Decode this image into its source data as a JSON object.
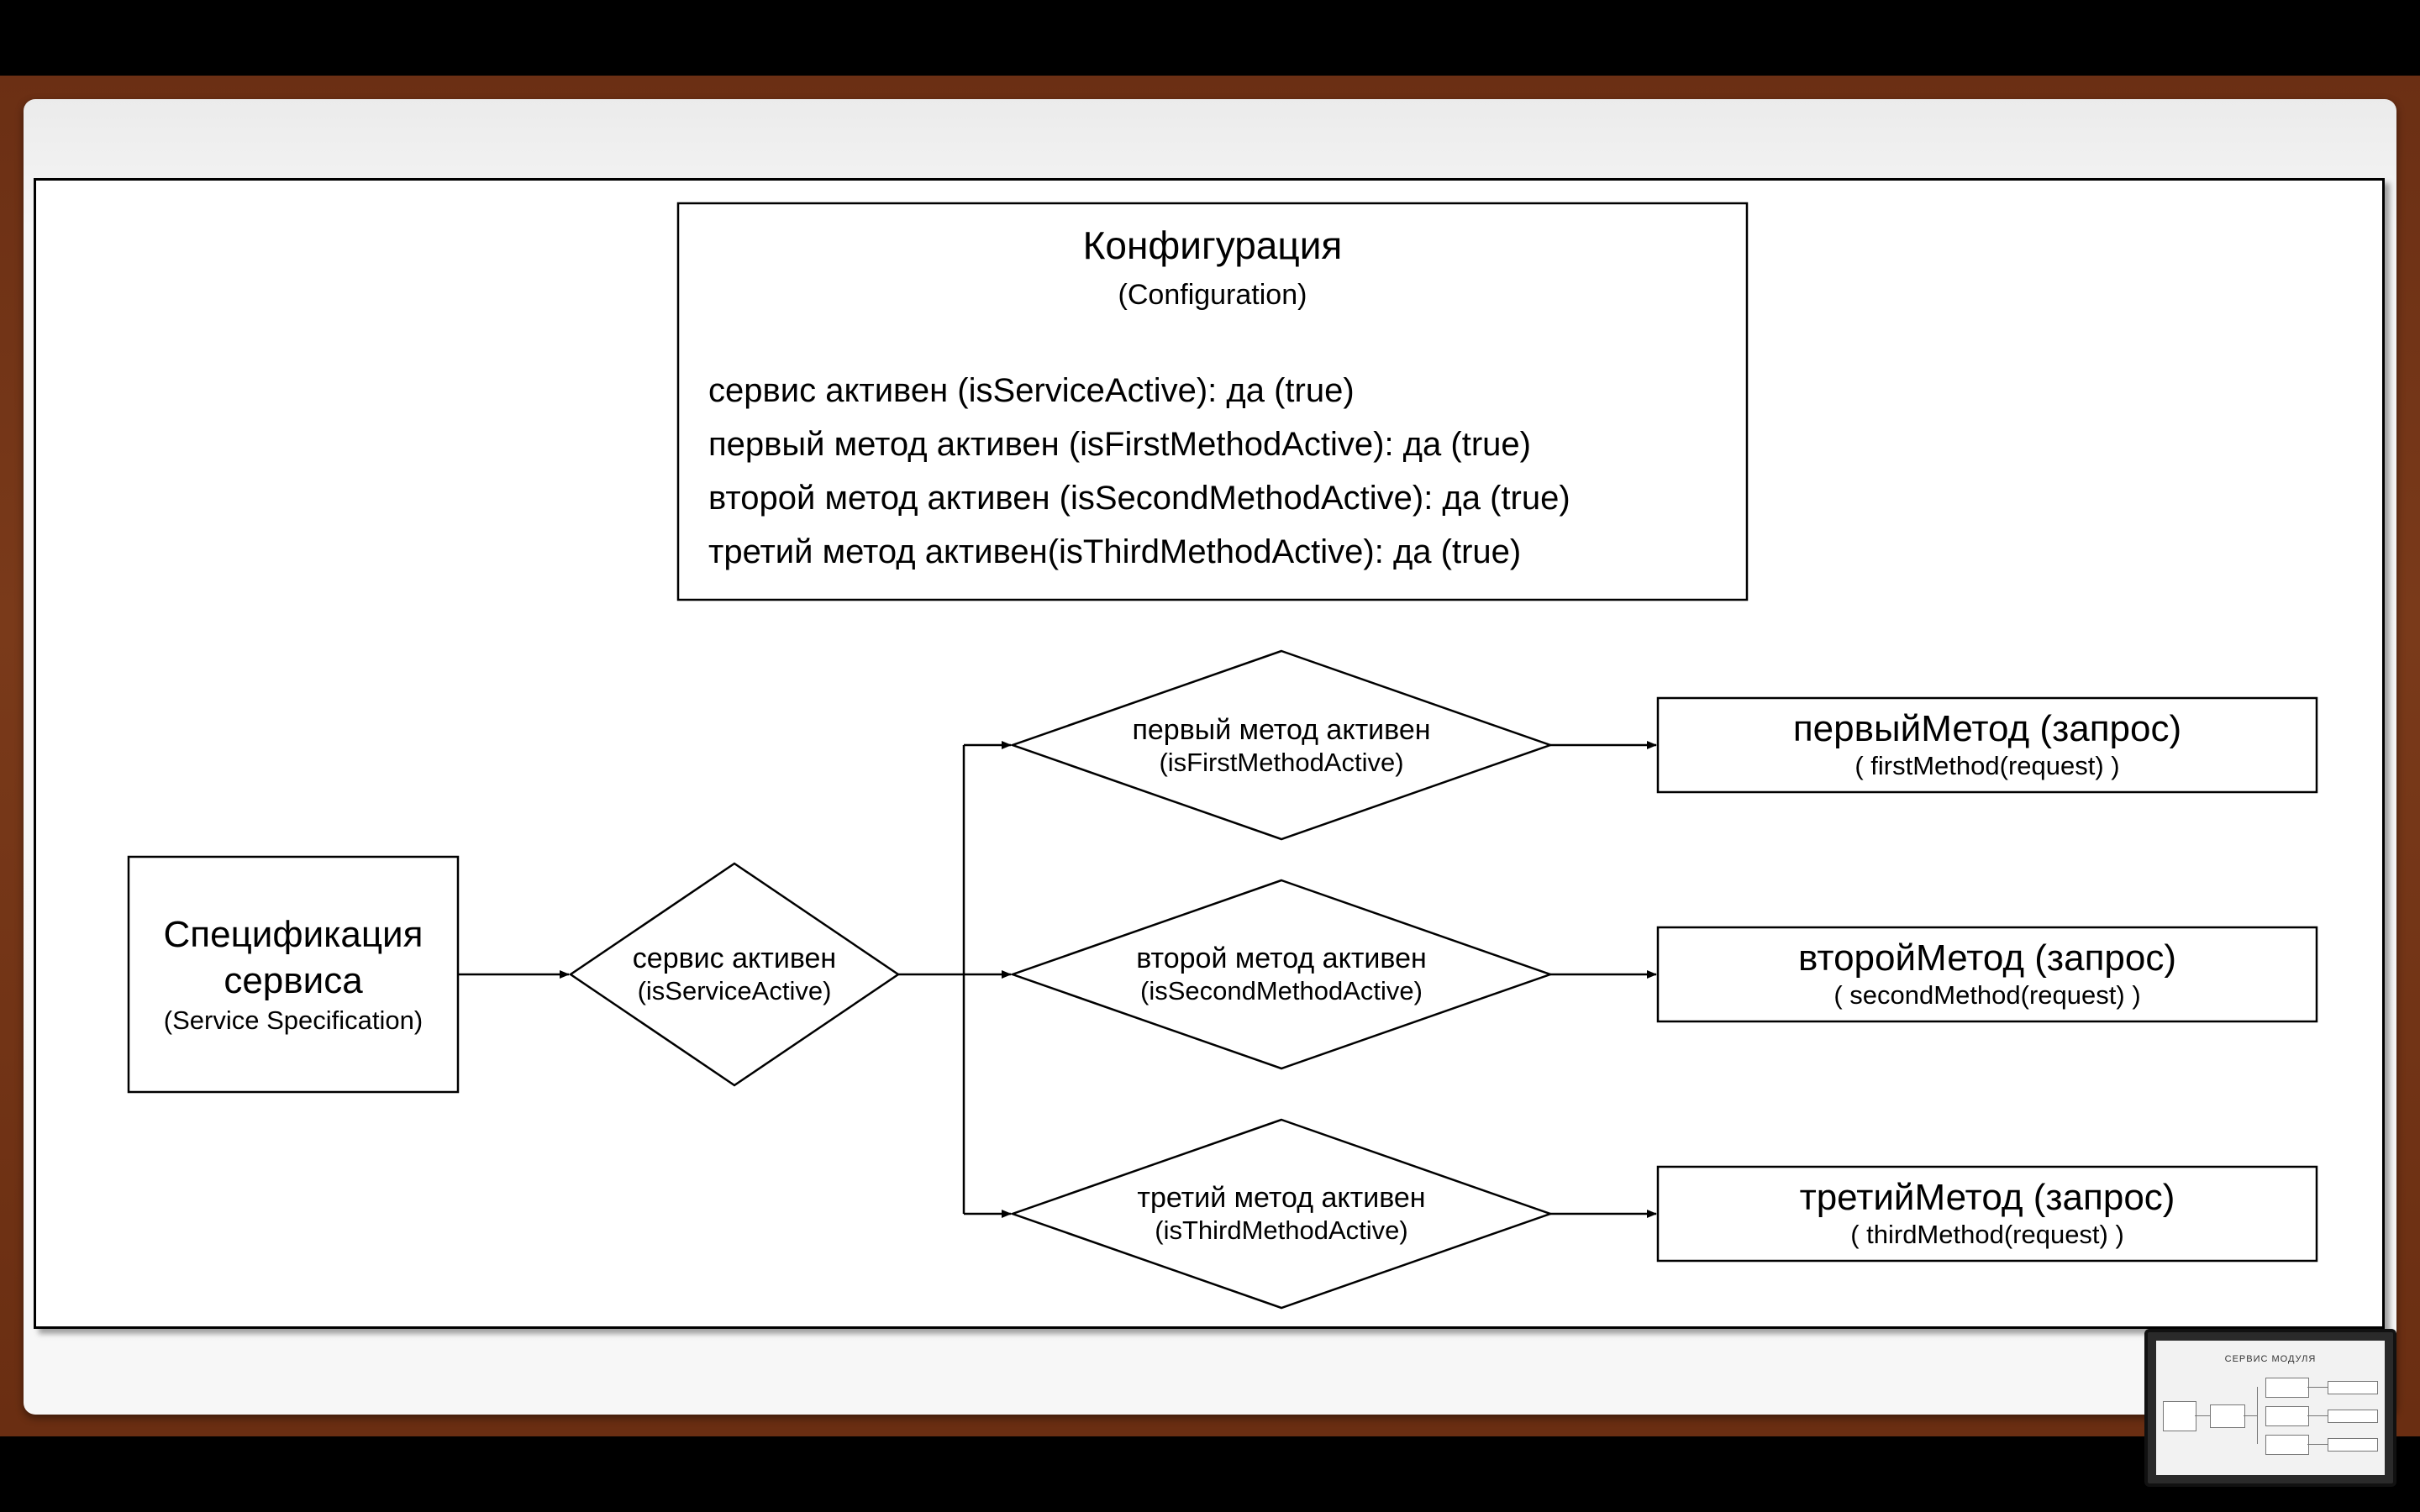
{
  "config": {
    "title": "Конфигурация",
    "subtitle": "(Configuration)",
    "lines": [
      "сервис активен (isServiceActive): да (true)",
      "первый метод активен (isFirstMethodActive): да (true)",
      "второй метод активен (isSecondMethodActive): да (true)",
      "третий метод активен(isThirdMethodActive):  да (true)"
    ]
  },
  "spec": {
    "line1": "Спецификация",
    "line2": "сервиса",
    "line3": "(Service Specification)"
  },
  "service_decision": {
    "line1": "сервис активен",
    "line2": "(isServiceActive)"
  },
  "decisions": [
    {
      "line1": "первый метод активен",
      "line2": "(isFirstMethodActive)"
    },
    {
      "line1": "второй метод активен",
      "line2": "(isSecondMethodActive)"
    },
    {
      "line1": "третий метод активен",
      "line2": "(isThirdMethodActive)"
    }
  ],
  "methods": [
    {
      "line1": "первыйМетод (запрос)",
      "line2": "( firstMethod(request) )"
    },
    {
      "line1": "второйМетод (запрос)",
      "line2": "( secondMethod(request) )"
    },
    {
      "line1": "третийМетод (запрос)",
      "line2": "( thirdMethod(request) )"
    }
  ],
  "thumbnail": {
    "title": "СЕРВИС МОДУЛЯ"
  }
}
